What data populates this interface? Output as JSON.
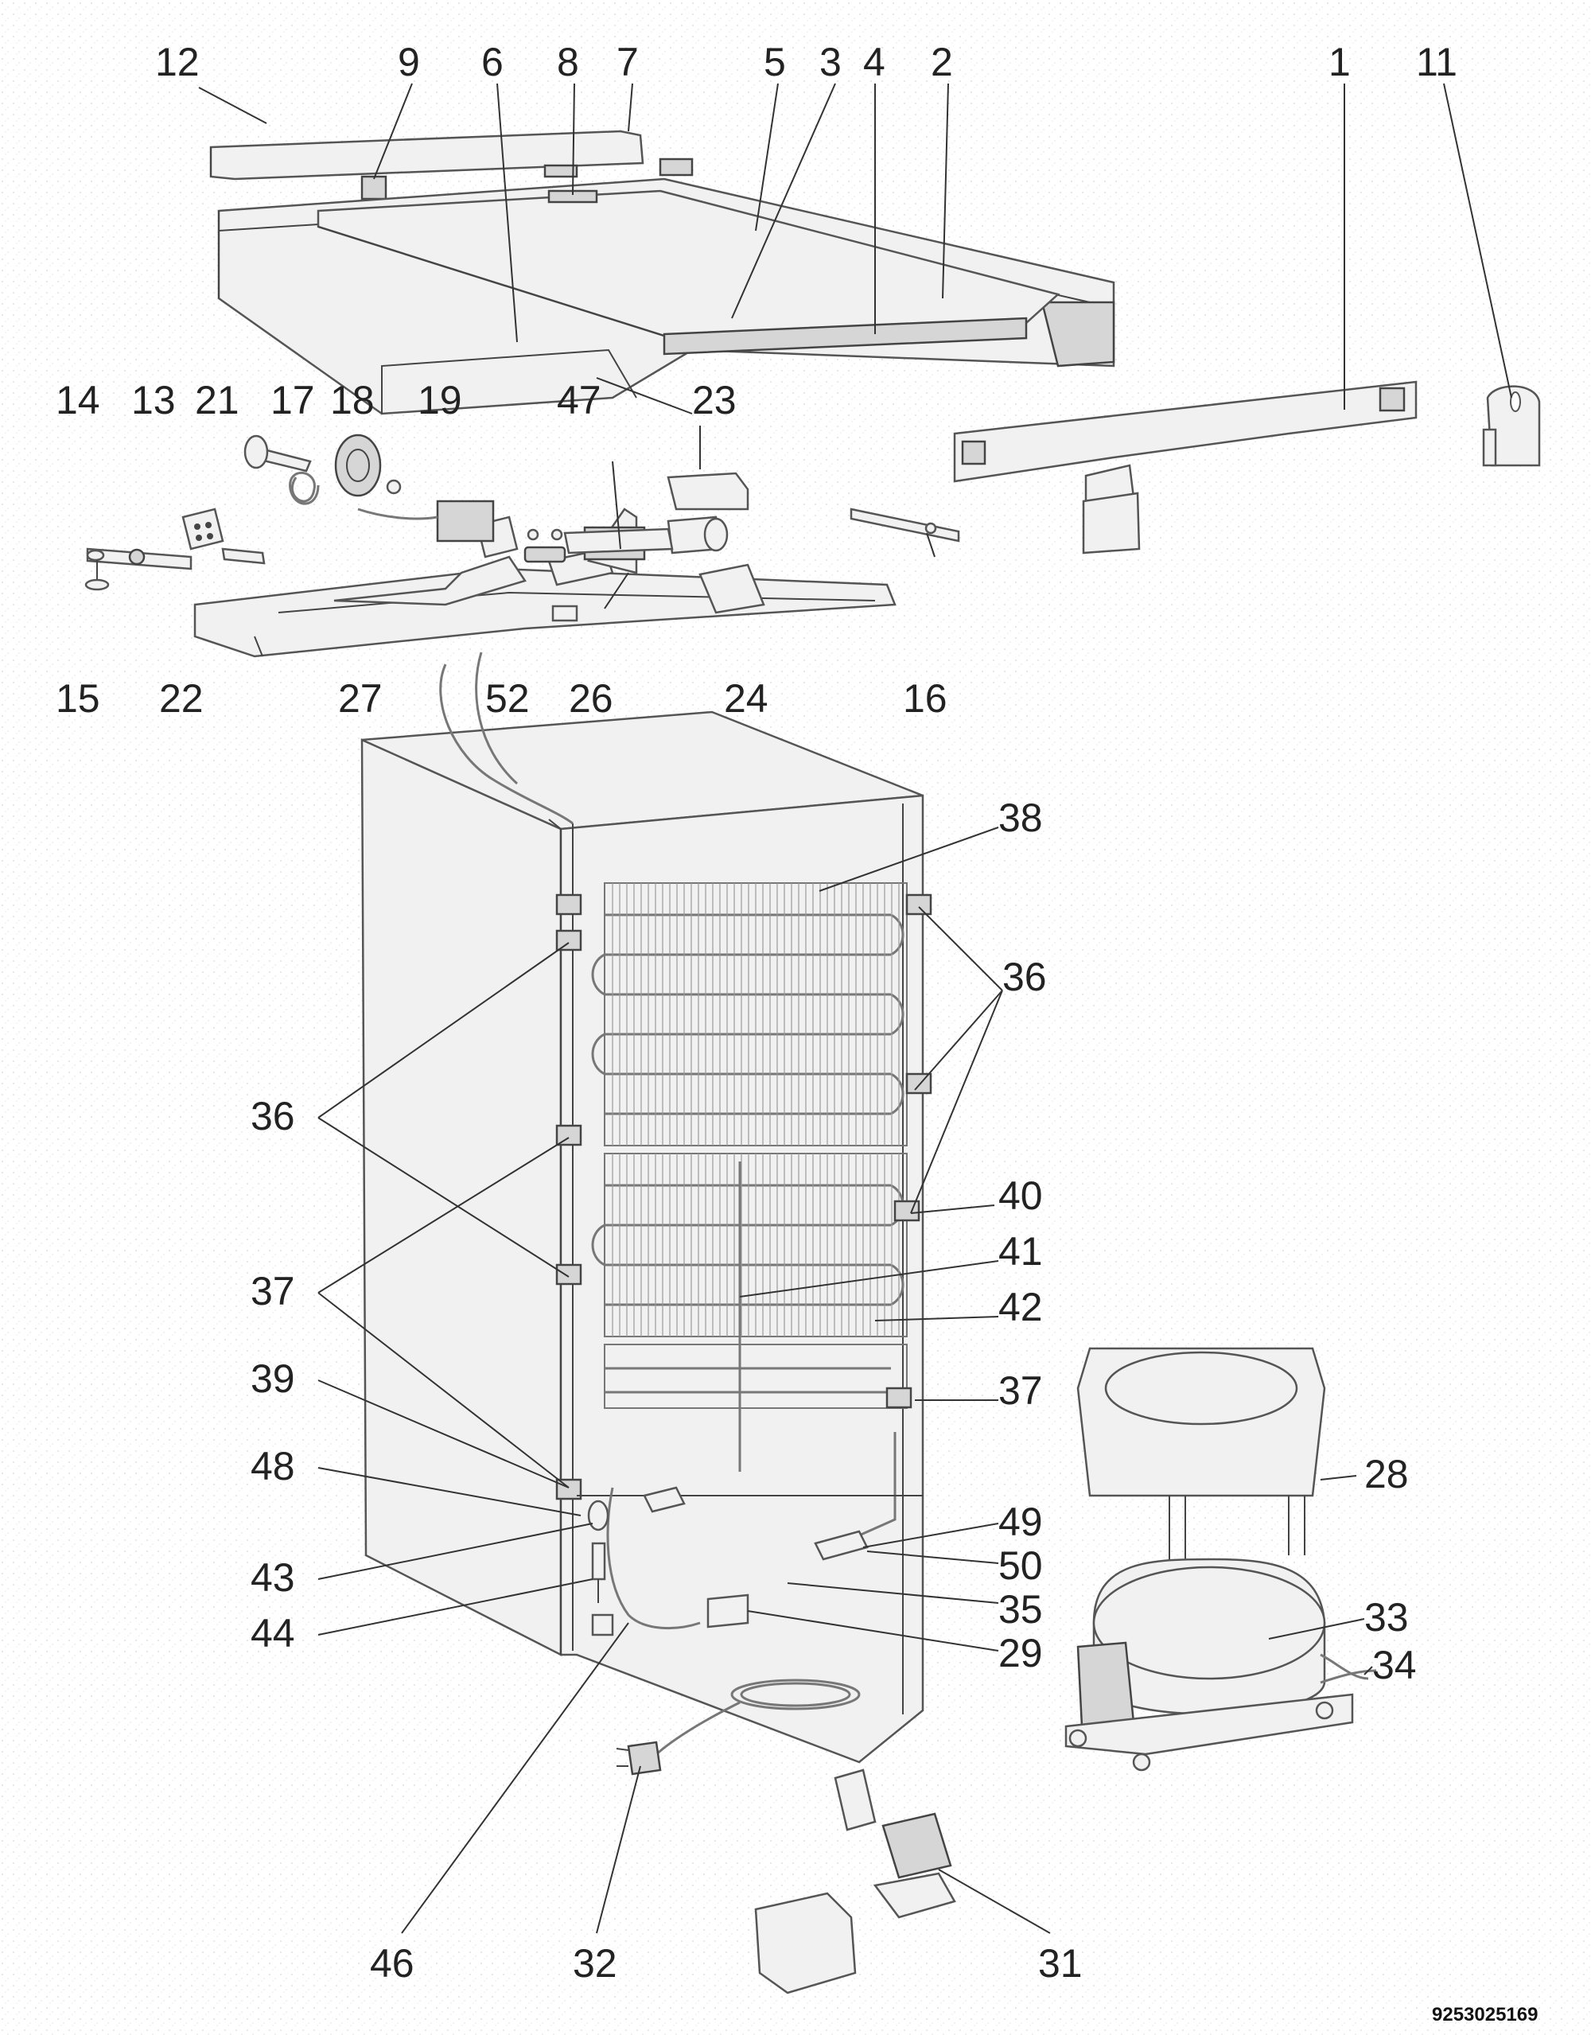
{
  "document_number": "9253025169",
  "callouts": {
    "c1": "1",
    "c2": "2",
    "c3": "3",
    "c4": "4",
    "c5": "5",
    "c6": "6",
    "c7": "7",
    "c8": "8",
    "c9": "9",
    "c11": "11",
    "c12": "12",
    "c13": "13",
    "c14": "14",
    "c15": "15",
    "c16": "16",
    "c17": "17",
    "c18": "18",
    "c19": "19",
    "c21": "21",
    "c22": "22",
    "c23": "23",
    "c24": "24",
    "c26": "26",
    "c27": "27",
    "c28": "28",
    "c29": "29",
    "c31": "31",
    "c32": "32",
    "c33": "33",
    "c34": "34",
    "c35": "35",
    "c36": "36",
    "c37": "37",
    "c38": "38",
    "c39": "39",
    "c40": "40",
    "c41": "41",
    "c42": "42",
    "c43": "43",
    "c44": "44",
    "c46": "46",
    "c47": "47",
    "c48": "48",
    "c49": "49",
    "c50": "50",
    "c52": "52"
  }
}
